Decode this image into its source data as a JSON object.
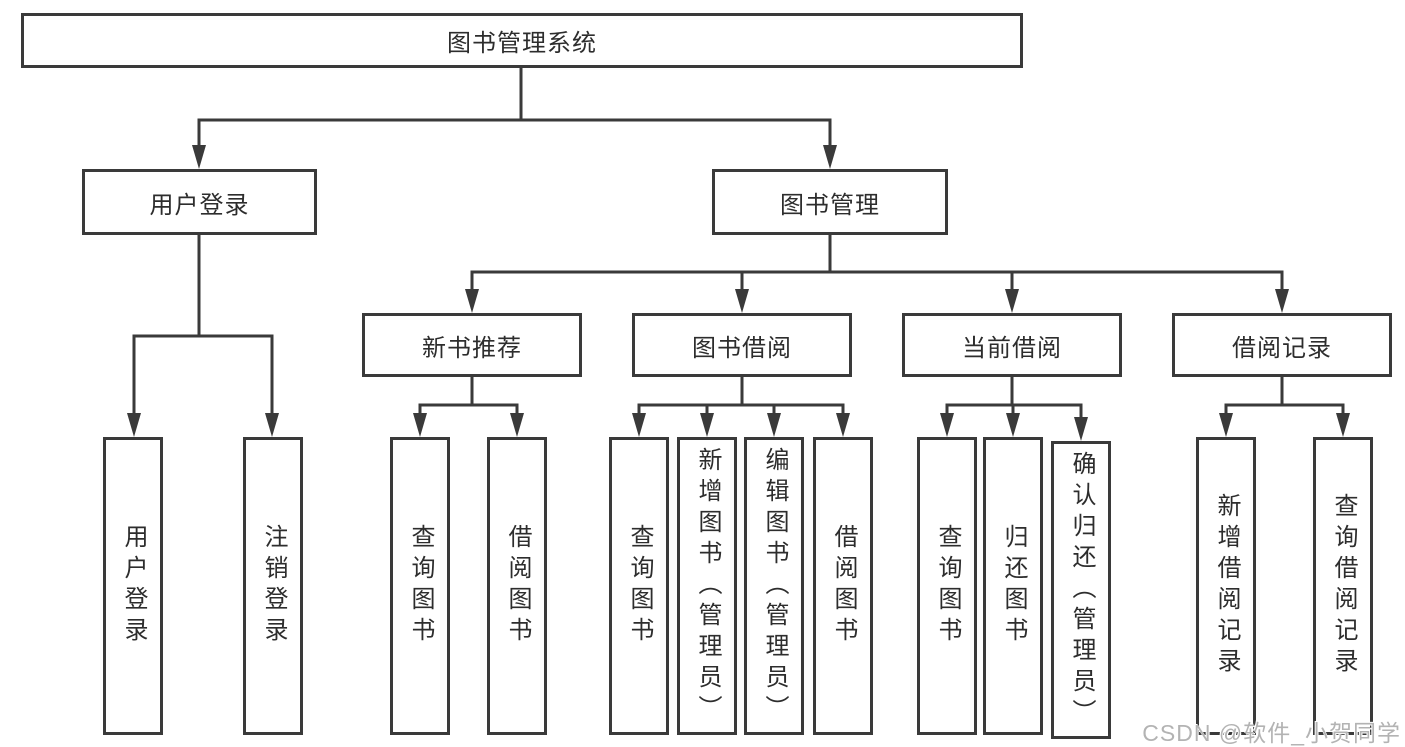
{
  "tree": {
    "root": {
      "label": "图书管理系统",
      "children": [
        {
          "label": "用户登录",
          "children": [
            {
              "label": "用户登录"
            },
            {
              "label": "注销登录"
            }
          ]
        },
        {
          "label": "图书管理",
          "children": [
            {
              "label": "新书推荐",
              "children": [
                {
                  "label": "查询图书"
                },
                {
                  "label": "借阅图书"
                }
              ]
            },
            {
              "label": "图书借阅",
              "children": [
                {
                  "label": "查询图书"
                },
                {
                  "label": "新增图书（管理员）"
                },
                {
                  "label": "编辑图书（管理员）"
                },
                {
                  "label": "借阅图书"
                }
              ]
            },
            {
              "label": "当前借阅",
              "children": [
                {
                  "label": "查询图书"
                },
                {
                  "label": "归还图书"
                },
                {
                  "label": "确认归还（管理员）"
                }
              ]
            },
            {
              "label": "借阅记录",
              "children": [
                {
                  "label": "新增借阅记录"
                },
                {
                  "label": "查询借阅记录"
                }
              ]
            }
          ]
        }
      ]
    }
  },
  "watermark": {
    "text": "CSDN @软件_小贺同学"
  },
  "colors": {
    "line": "#3a3a3a",
    "box_border": "#3a3a3a",
    "text": "#2d2d2d",
    "watermark": "#b3b3b3",
    "background": "#ffffff"
  }
}
